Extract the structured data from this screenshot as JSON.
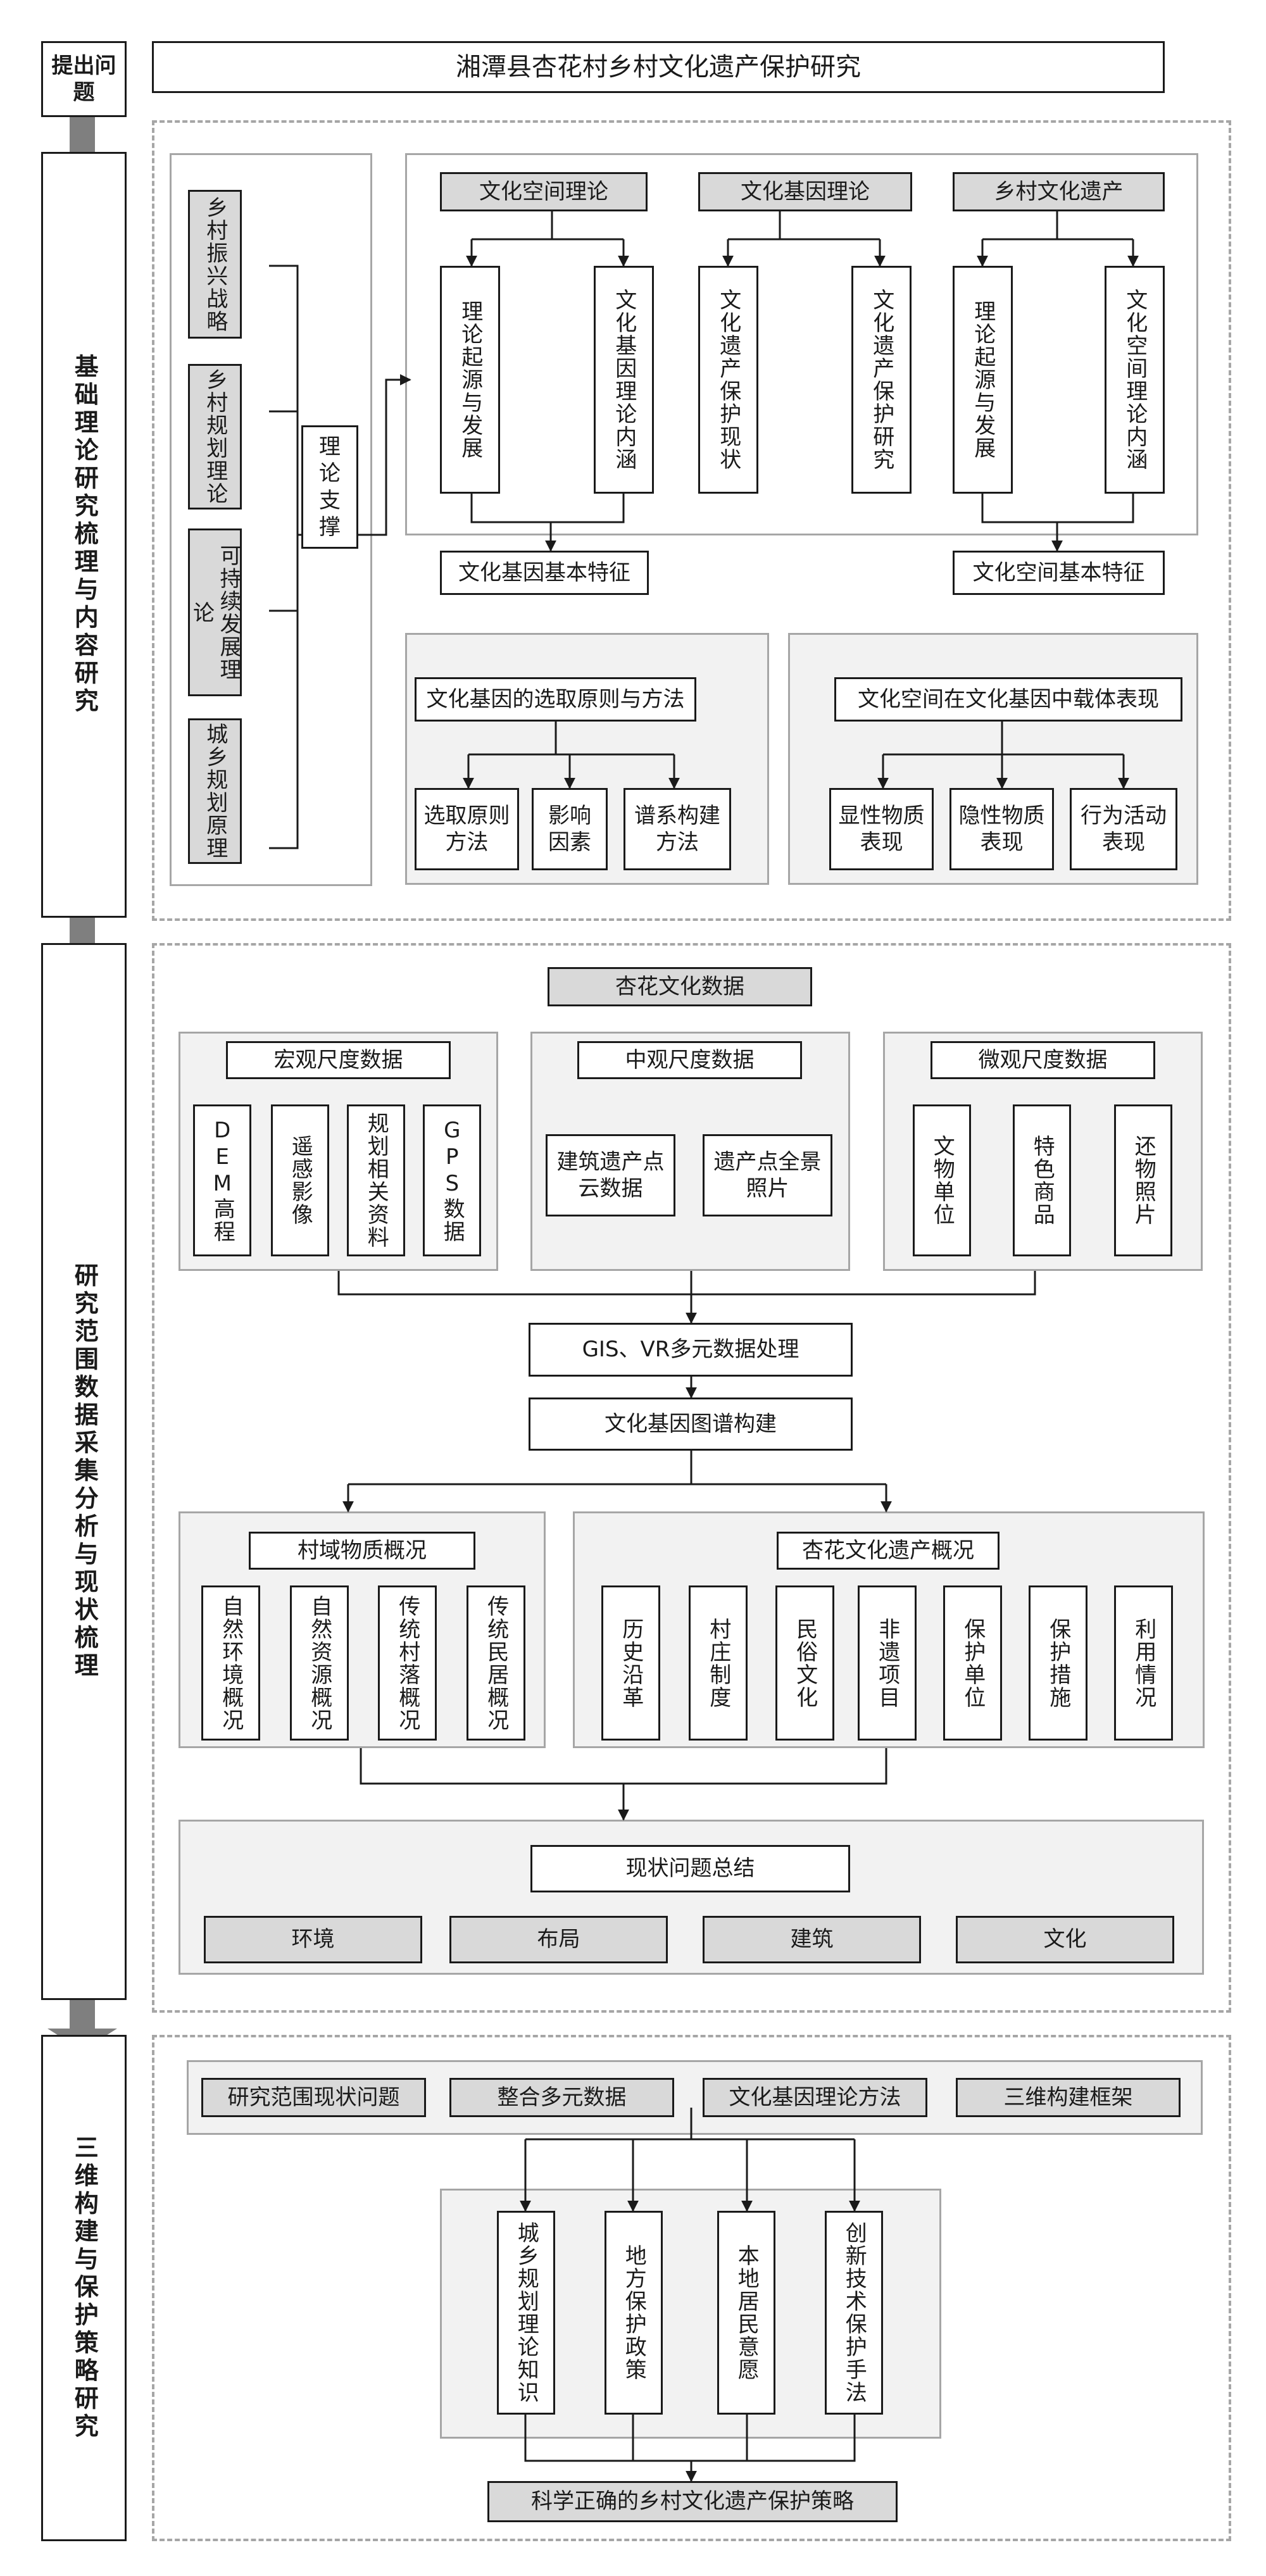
{
  "title": "湘潭县杏花村乡村文化遗产保护研究",
  "sidebar": {
    "s1": "提出问题",
    "s2": "基础理论研究梳理与内容研究",
    "s3": "研究范围数据采集分析与现状梳理",
    "s4": "三维构建与保护策略研究"
  },
  "section1": {
    "left_theories": [
      "乡村振兴战略",
      "乡村规划理论",
      "可持续发展理论",
      "城乡规划原理"
    ],
    "support": "理论支撑",
    "theory_heads": [
      "文化空间理论",
      "文化基因理论",
      "乡村文化遗产"
    ],
    "theory_subs": [
      "理论起源与发展",
      "文化基因理论内涵",
      "文化遗产保护现状",
      "文化遗产保护研究",
      "理论起源与发展",
      "文化空间理论内涵"
    ],
    "feature_left": "文化基因基本特征",
    "feature_right": "文化空间基本特征",
    "method_title": "文化基因的选取原则与方法",
    "methods": [
      "选取原则方法",
      "影响因素",
      "谱系构建方法"
    ],
    "carrier_title": "文化空间在文化基因中载体表现",
    "carriers": [
      "显性物质表现",
      "隐性物质表现",
      "行为活动表现"
    ]
  },
  "section2": {
    "data_title": "杏花文化数据",
    "macro_title": "宏观尺度数据",
    "macro_items": [
      "DEM高程",
      "遥感影像",
      "规划相关资料",
      "GPS数据"
    ],
    "meso_title": "中观尺度数据",
    "meso_items": [
      "建筑遗产点云数据",
      "遗产点全景照片"
    ],
    "micro_title": "微观尺度数据",
    "micro_items": [
      "文物单位",
      "特色商品",
      "还物照片"
    ],
    "gis": "GIS、VR多元数据处理",
    "map": "文化基因图谱构建",
    "village_title": "村域物质概况",
    "village_items": [
      "自然环境概况",
      "自然资源概况",
      "传统村落概况",
      "传统民居概况"
    ],
    "heritage_title": "杏花文化遗产概况",
    "heritage_items": [
      "历史沿革",
      "村庄制度",
      "民俗文化",
      "非遗项目",
      "保护单位",
      "保护措施",
      "利用情况"
    ],
    "summary_title": "现状问题总结",
    "summary_items": [
      "环境",
      "布局",
      "建筑",
      "文化"
    ]
  },
  "section3": {
    "inputs": [
      "研究范围现状问题",
      "整合多元数据",
      "文化基因理论方法",
      "三维构建框架"
    ],
    "factors": [
      "城乡规划理论知识",
      "地方保护政策",
      "本地居民意愿",
      "创新技术保护手法"
    ],
    "result": "科学正确的乡村文化遗产保护策略"
  },
  "colors": {
    "line": "#1a1a1a",
    "gray_box": "#d9d9d9",
    "panel_fill": "#f2f2f2",
    "dash_border": "#a6a6a6",
    "big_arrow": "#7f7f7f"
  }
}
